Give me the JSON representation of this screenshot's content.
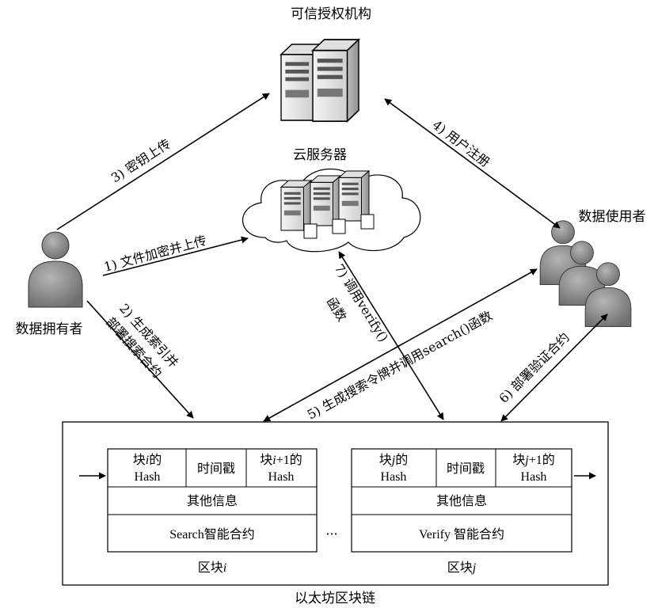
{
  "nodes": {
    "authority": "可信授权机构",
    "cloud": "云服务器",
    "owner": "数据拥有者",
    "users": "数据使用者",
    "blockchain": "以太坊区块链"
  },
  "edges": {
    "e1": "1) 文件加密并上传",
    "e2a": "2) 生成索引并",
    "e2b": "部署搜索合约",
    "e3": "3) 密钥上传",
    "e4": "4) 用户注册",
    "e5": "5) 生成搜索令牌并调用search()函数",
    "e6": "6) 部署验证合约",
    "e7a": "7) 调用verify()",
    "e7b": "函数"
  },
  "block_i": {
    "prev_hash_a": "块",
    "prev_hash_var": "i",
    "prev_hash_b": "的",
    "hash": "Hash",
    "timestamp": "时间戳",
    "next_hash_a": "块",
    "next_hash_var": "i",
    "next_hash_b": "+1的",
    "other_info": "其他信息",
    "contract": "Search智能合约",
    "label_a": "区块",
    "label_var": "i"
  },
  "block_j": {
    "prev_hash_a": "块",
    "prev_hash_var": "j",
    "prev_hash_b": "的",
    "hash": "Hash",
    "timestamp": "时间戳",
    "next_hash_a": "块",
    "next_hash_var": "j",
    "next_hash_b": "+1的",
    "other_info": "其他信息",
    "contract": "Verify 智能合约",
    "label_a": "区块",
    "label_var": "j"
  },
  "ellipsis": "···",
  "colors": {
    "stroke": "#000000",
    "person_fill": "#8c8c8c",
    "server_fill": "#ececec",
    "cloud_fill": "#ffffff"
  }
}
